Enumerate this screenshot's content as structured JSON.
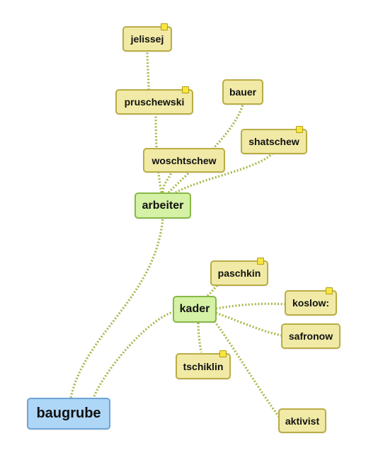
{
  "colors": {
    "leaf_fill": "#f1eaa6",
    "leaf_border": "#b9ad45",
    "hub_fill": "#d4f1a5",
    "hub_border": "#86b947",
    "root_fill": "#aed6f7",
    "root_border": "#6fa4d6",
    "edge": "#a9b84a",
    "note_marker": "#f7e63c"
  },
  "nodes": {
    "baugrube": "baugrube",
    "arbeiter": "arbeiter",
    "kader": "kader",
    "jelissej": "jelissej",
    "pruschewski": "pruschewski",
    "bauer": "bauer",
    "shatschew": "shatschew",
    "woschtschew": "woschtschew",
    "paschkin": "paschkin",
    "koslow": "koslow:",
    "safronow": "safronow",
    "tschiklin": "tschiklin",
    "aktivist": "aktivist"
  }
}
